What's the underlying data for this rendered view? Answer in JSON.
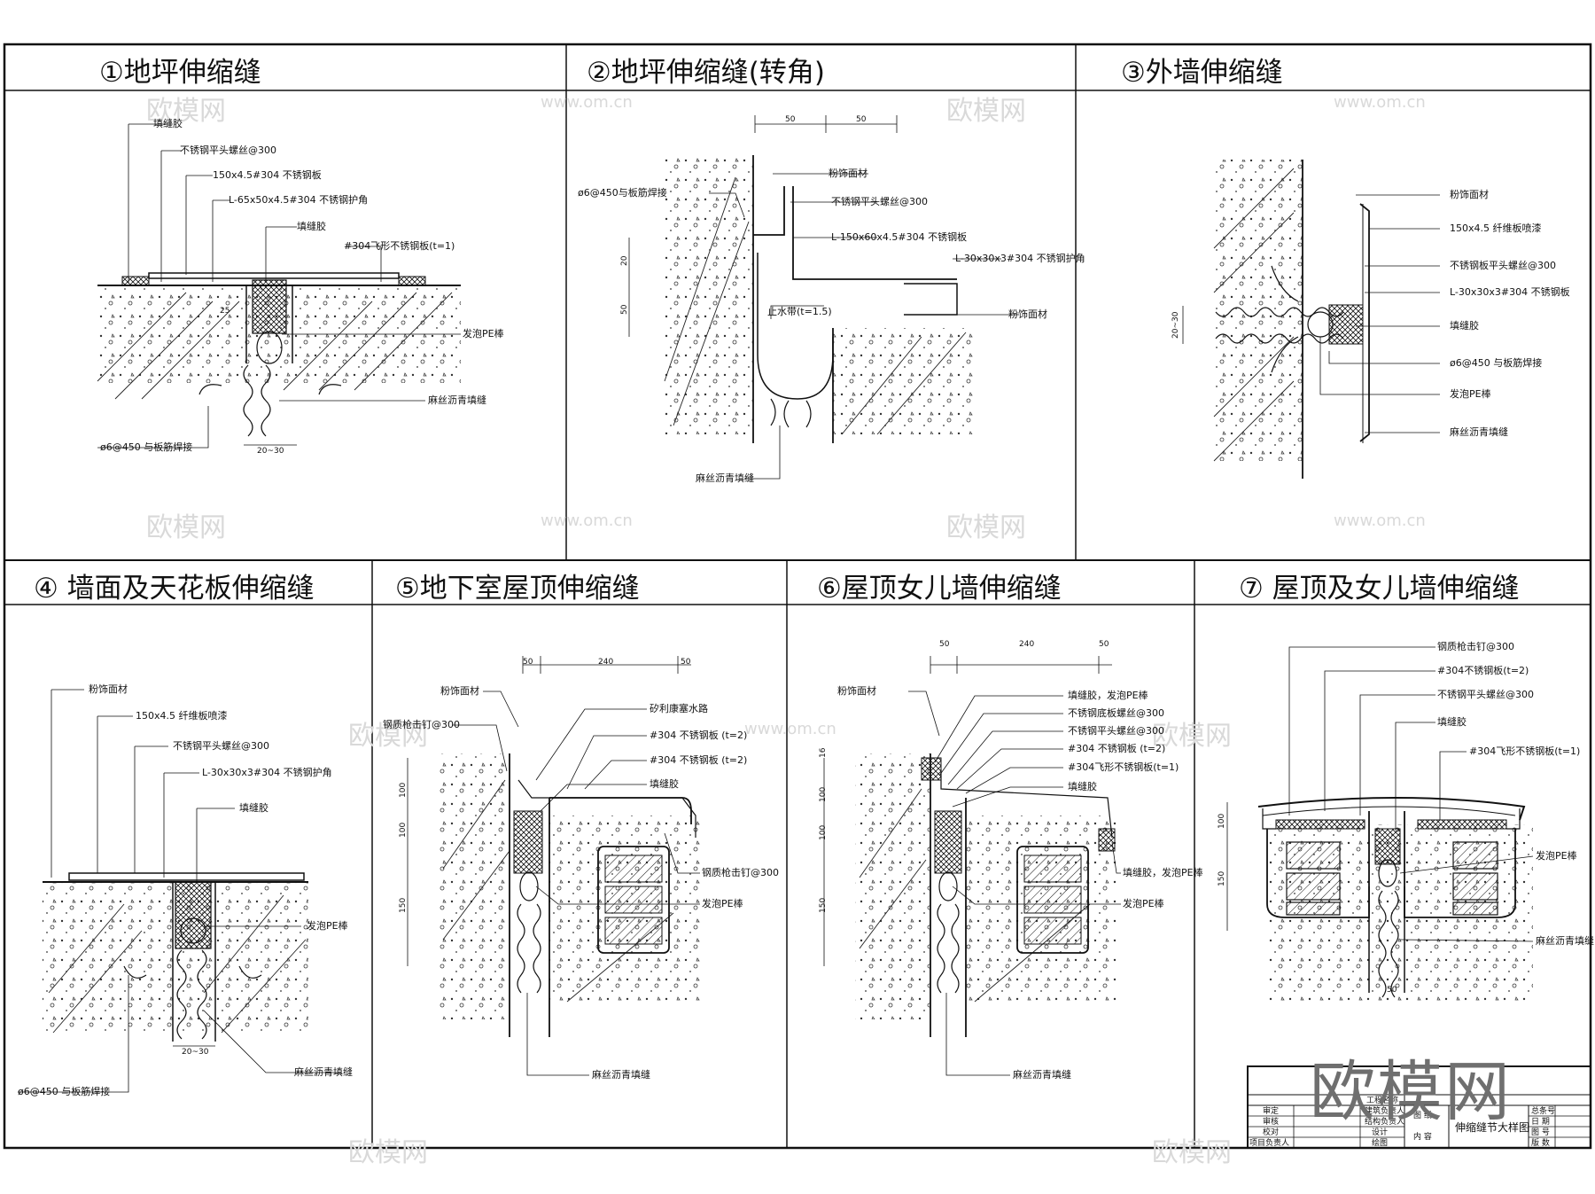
{
  "panels": {
    "p1": {
      "title": "①地坪伸缩缝",
      "labels": [
        "填缝胶",
        "不锈钢平头螺丝@300",
        "150x4.5#304 不锈钢板",
        "L-65x50x4.5#304 不锈钢护角",
        "填缝胶",
        "#304飞形不锈钢板(t=1)",
        "发泡PE棒",
        "麻丝沥青填缝",
        "ø6@450 与板筋焊接"
      ],
      "dims": [
        "25",
        "20~30"
      ]
    },
    "p2": {
      "title": "②地坪伸缩缝(转角)",
      "labels": [
        "粉饰面材",
        "ø6@450与板筋焊接",
        "不锈钢平头螺丝@300",
        "L-150x60x4.5#304 不锈钢板",
        "L-30x30x3#304 不锈钢护角",
        "止水带(t=1.5)",
        "粉饰面材",
        "麻丝沥青填缝"
      ],
      "dims": [
        "50",
        "50",
        "20",
        "50"
      ]
    },
    "p3": {
      "title": "③外墙伸缩缝",
      "labels": [
        "粉饰面材",
        "150x4.5 纤维板喷漆",
        "不锈钢板平头螺丝@300",
        "L-30x30x3#304 不锈钢板",
        "填缝胶",
        "ø6@450 与板筋焊接",
        "发泡PE棒",
        "麻丝沥青填缝"
      ],
      "dims": [
        "20~30"
      ]
    },
    "p4": {
      "title": "④ 墙面及天花板伸缩缝",
      "labels": [
        "粉饰面材",
        "150x4.5 纤维板喷漆",
        "不锈钢平头螺丝@300",
        "L-30x30x3#304 不锈钢护角",
        "填缝胶",
        "发泡PE棒",
        "麻丝沥青填缝",
        "ø6@450 与板筋焊接"
      ],
      "dims": [
        "20~30"
      ]
    },
    "p5": {
      "title": "⑤地下室屋顶伸缩缝",
      "labels": [
        "粉饰面材",
        "钢质枪击钉@300",
        "矽利康塞水路",
        "#304 不锈钢板 (t=2)",
        "#304 不锈钢板 (t=2)",
        "填缝胶",
        "钢质枪击钉@300",
        "发泡PE棒",
        "麻丝沥青填缝"
      ],
      "dims": [
        "50",
        "240",
        "50",
        "100",
        "100",
        "150"
      ]
    },
    "p6": {
      "title": "⑥屋顶女儿墙伸缩缝",
      "labels": [
        "粉饰面材",
        "填缝胶，发泡PE棒",
        "不锈钢底板螺丝@300",
        "不锈钢平头螺丝@300",
        "#304 不锈钢板 (t=2)",
        "#304飞形不锈钢板(t=1)",
        "填缝胶",
        "填缝胶，发泡PE棒",
        "发泡PE棒",
        "麻丝沥青填缝"
      ],
      "dims": [
        "50",
        "240",
        "50",
        "16",
        "100",
        "100",
        "150"
      ]
    },
    "p7": {
      "title": "⑦ 屋顶及女儿墙伸缩缝",
      "labels": [
        "钢质枪击钉@300",
        "#304不锈钢板(t=2)",
        "不锈钢平头螺丝@300",
        "填缝胶",
        "#304飞形不锈钢板(t=1)",
        "发泡PE棒",
        "麻丝沥青填缝"
      ],
      "dims": [
        "100",
        "150",
        "50"
      ]
    }
  },
  "title_block": {
    "project_label": "工程名称",
    "roles_left": [
      "审定",
      "审核",
      "校对",
      "项目负责人"
    ],
    "roles_mid": [
      "建筑负责人",
      "结构负责人",
      "设计",
      "绘图"
    ],
    "drawing_label": [
      "图 纸",
      "内 容"
    ],
    "drawing_name": "伸缩缝节大样图",
    "right_fields": [
      "总条号",
      "日 期",
      "图 号",
      "版 数"
    ]
  },
  "watermarks": {
    "brand": "欧模网",
    "url": "www.om.cn"
  },
  "logo_text": "欧模网"
}
